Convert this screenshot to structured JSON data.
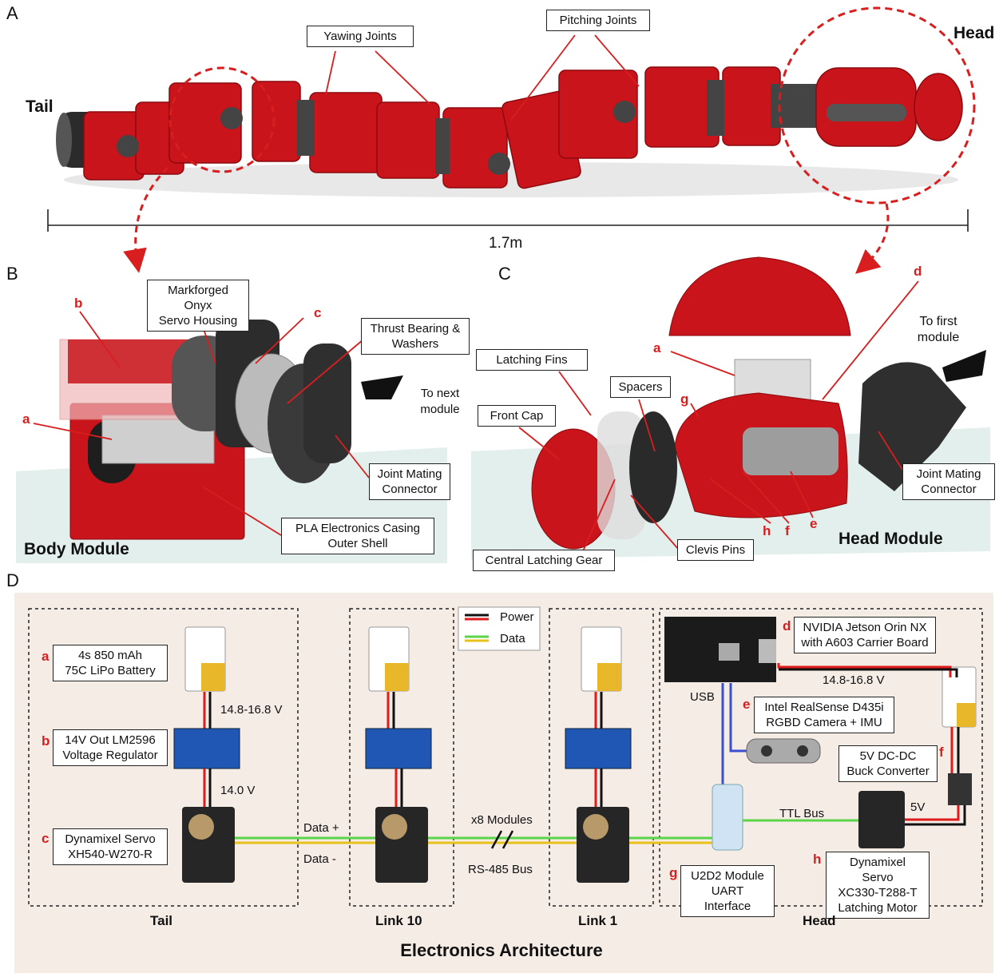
{
  "panels": {
    "A": "A",
    "B": "B",
    "C": "C",
    "D": "D"
  },
  "panel_a": {
    "tail": "Tail",
    "head": "Head",
    "yawing": "Yawing Joints",
    "pitching": "Pitching Joints",
    "length": "1.7m"
  },
  "panel_b": {
    "title": "Body Module",
    "housing": "Markforged Onyx\nServo Housing",
    "thrust": "Thrust Bearing &\nWashers",
    "next": "To next\nmodule",
    "joint": "Joint Mating\nConnector",
    "casing": "PLA Electronics Casing\nOuter Shell",
    "labels": {
      "a": "a",
      "b": "b",
      "c": "c"
    }
  },
  "panel_c": {
    "title": "Head Module",
    "first": "To first\nmodule",
    "latching": "Latching Fins",
    "spacers": "Spacers",
    "front": "Front Cap",
    "joint": "Joint Mating\nConnector",
    "gear": "Central Latching Gear",
    "clevis": "Clevis Pins",
    "labels": {
      "a": "a",
      "d": "d",
      "e": "e",
      "f": "f",
      "g": "g",
      "h": "h"
    }
  },
  "panel_d": {
    "title": "Electronics Architecture",
    "legend": {
      "power": "Power",
      "data": "Data"
    },
    "groups": {
      "tail": "Tail",
      "link10": "Link 10",
      "link1": "Link 1",
      "head": "Head"
    },
    "battery": "4s 850 mAh\n75C LiPo Battery",
    "regulator": "14V Out LM2596\nVoltage Regulator",
    "servo": "Dynamixel Servo\nXH540-W270-R",
    "jetson": "NVIDIA Jetson Orin NX\nwith A603 Carrier Board",
    "realsense": "Intel RealSense D435i\nRGBD Camera + IMU",
    "buck": "5V DC-DC\nBuck Converter",
    "u2d2": "U2D2 Module\nUART Interface",
    "latch_servo": "Dynamixel Servo\nXC330-T288-T\nLatching Motor",
    "v_batt": "14.8-16.8 V",
    "v_reg": "14.0 V",
    "v_head": "14.8-16.8 V",
    "v5": "5V",
    "usb": "USB",
    "ttl": "TTL Bus",
    "data_plus": "Data +",
    "data_minus": "Data -",
    "modules": "x8 Modules",
    "rs485": "RS-485 Bus",
    "labels": {
      "a": "a",
      "b": "b",
      "c": "c",
      "d": "d",
      "e": "e",
      "f": "f",
      "g": "g",
      "h": "h"
    }
  },
  "colors": {
    "red": "#d81e1e",
    "green": "#5bd44a",
    "yellow": "#e8c21b",
    "blue": "#3a4fd0",
    "bg_d": "#f5ece6"
  }
}
